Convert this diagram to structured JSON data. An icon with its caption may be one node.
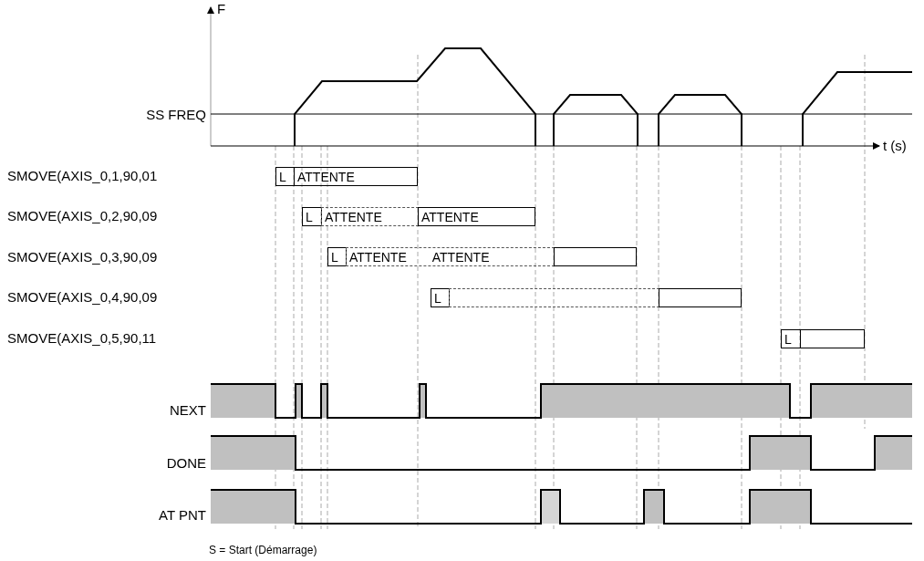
{
  "diagram": {
    "nodes": [
      {
        "text": [
          "L"
        ]
      },
      {
        "text": [
          "ATTENTE"
        ]
      },
      {
        "text": [
          "L"
        ]
      },
      {
        "text": [
          "ATTENTE"
        ]
      },
      {
        "text": [
          "ATTENTE"
        ]
      },
      {
        "text": [
          "L"
        ]
      },
      {
        "text": [
          "ATTENTE",
          "ATTENTE"
        ]
      },
      {
        "text": [],
        "shape": "box"
      },
      {
        "text": [
          "L"
        ]
      },
      {
        "text": [],
        "shape": "box"
      },
      {
        "text": [],
        "shape": "box"
      },
      {
        "text": [
          "L"
        ]
      },
      {
        "text": [],
        "shape": "box"
      }
    ],
    "labels": [
      "F",
      "SS FREQ",
      "t (s)",
      "SMOVE(AXIS_0,1,90,01",
      "SMOVE(AXIS_0,2,90,09",
      "SMOVE(AXIS_0,3,90,09",
      "SMOVE(AXIS_0,4,90,09",
      "SMOVE(AXIS_0,5,90,11",
      "NEXT",
      "DONE",
      "AT PNT",
      "S = Start (Démarrage)"
    ]
  }
}
